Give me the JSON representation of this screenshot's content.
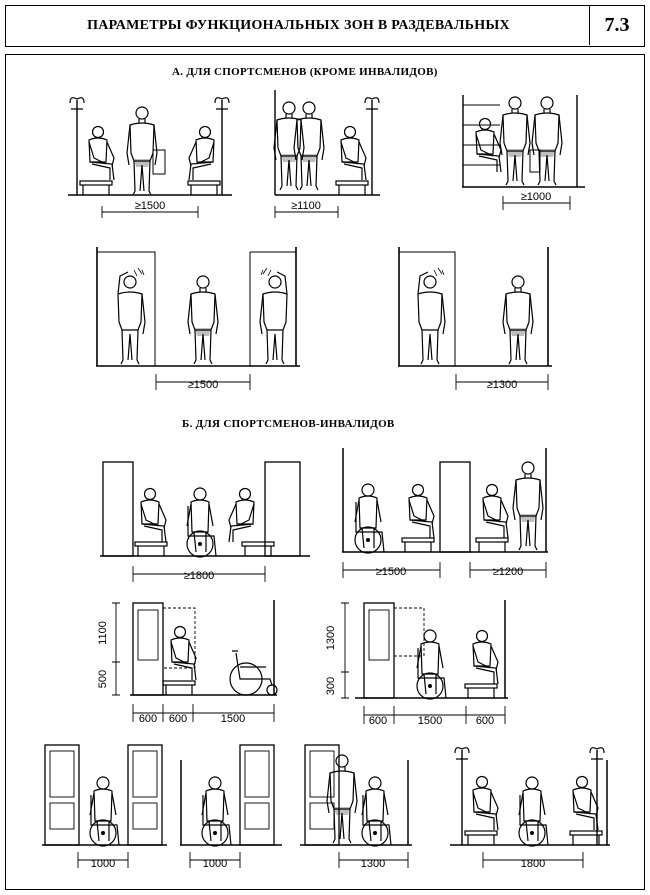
{
  "header": {
    "title": "ПАРАМЕТРЫ ФУНКЦИОНАЛЬНЫХ ЗОН В РАЗДЕВАЛЬНЫХ",
    "number": "7.3"
  },
  "section_a": {
    "title": "А. ДЛЯ СПОРТСМЕНОВ (КРОМЕ ИНВАЛИДОВ)"
  },
  "section_b": {
    "title": "Б. ДЛЯ СПОРТСМЕНОВ-ИНВАЛИДОВ"
  },
  "dims": {
    "a1": "≥1500",
    "a2": "≥1100",
    "a3": "≥1000",
    "a4": "≥1500",
    "a5": "≥1300",
    "b1": "≥1800",
    "b2": "≥1500",
    "b3": "≥1200",
    "c1_v1": "1100",
    "c1_v2": "500",
    "c1_h1": "600",
    "c1_h2": "600",
    "c1_h3": "1500",
    "c2_v1": "1300",
    "c2_v2": "300",
    "c2_h1": "600",
    "c2_h2": "1500",
    "c2_h3": "600",
    "d1": "1000",
    "d2": "1000",
    "d3": "1300",
    "d4": "1800"
  }
}
